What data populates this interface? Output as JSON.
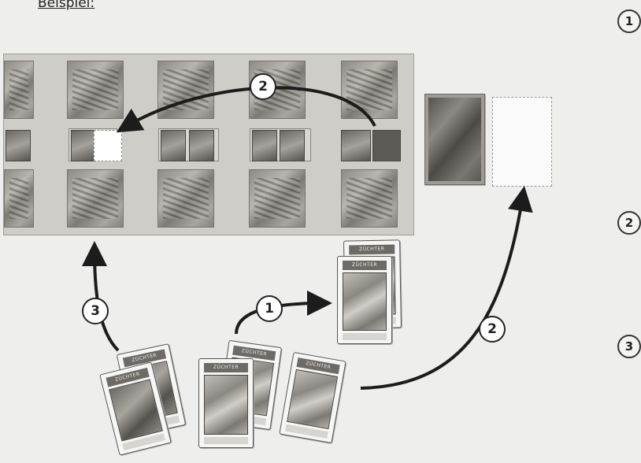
{
  "heading": "Beispiel:",
  "step_markers": {
    "board_arrow": "2",
    "discard_arrow": "2",
    "hand_arrow": "1",
    "place_arrow": "3"
  },
  "side_markers": [
    "1",
    "2",
    "3"
  ],
  "hand_card_title": "ZÜCHTER",
  "colors": {
    "board": "#cfcdc8",
    "page": "#eeeeec",
    "arrow": "#1c1c1c"
  }
}
